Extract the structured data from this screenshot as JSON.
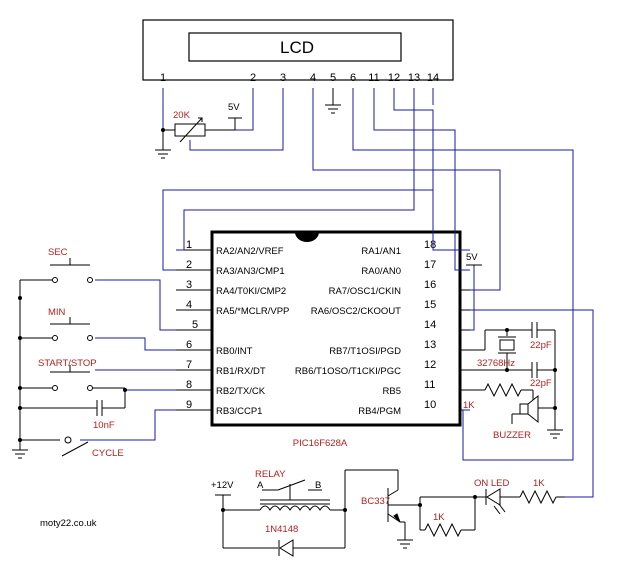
{
  "lcd": {
    "label": "LCD",
    "pins": [
      "1",
      "2",
      "3",
      "4",
      "5",
      "6",
      "11",
      "12",
      "13",
      "14"
    ]
  },
  "pic": {
    "name": "PIC16F628A",
    "left_pins": [
      {
        "num": "1",
        "label": "RA2/AN2/VREF"
      },
      {
        "num": "2",
        "label": "RA3/AN3/CMP1"
      },
      {
        "num": "3",
        "label": "RA4/T0KI/CMP2"
      },
      {
        "num": "4",
        "label": "RA5/*MCLR/VPP"
      },
      {
        "num": "5",
        "label": ""
      },
      {
        "num": "6",
        "label": "RB0/INT"
      },
      {
        "num": "7",
        "label": "RB1/RX/DT"
      },
      {
        "num": "8",
        "label": "RB2/TX/CK"
      },
      {
        "num": "9",
        "label": "RB3/CCP1"
      }
    ],
    "right_pins": [
      {
        "num": "18",
        "label": "RA1/AN1"
      },
      {
        "num": "17",
        "label": "RA0/AN0"
      },
      {
        "num": "16",
        "label": "RA7/OSC1/CKIN"
      },
      {
        "num": "15",
        "label": "RA6/OSC2/CKOOUT"
      },
      {
        "num": "14",
        "label": ""
      },
      {
        "num": "13",
        "label": "RB7/T1OSI/PGD"
      },
      {
        "num": "12",
        "label": "RB6/T1OSO/T1CKI/PGC"
      },
      {
        "num": "11",
        "label": "RB5"
      },
      {
        "num": "10",
        "label": "RB4/PGM"
      }
    ]
  },
  "components": {
    "pot": "20K",
    "v5_lcd": "5V",
    "v5_pic": "5V",
    "sec": "SEC",
    "min": "MIN",
    "startstop": "START/STOP",
    "cap_10nf": "10nF",
    "cycle": "CYCLE",
    "cap_22pf_top": "22pF",
    "cap_22pf_bot": "22pF",
    "crystal": "32768Hz",
    "r_1k_buzzer": "1K",
    "buzzer": "BUZZER",
    "v12": "+12V",
    "relay": "RELAY",
    "relay_a": "A",
    "relay_b": "B",
    "diode": "1N4148",
    "transistor": "BC337",
    "r_1k_base": "1K",
    "on_led": "ON LED",
    "r_1k_led": "1K",
    "credit": "moty22.co.uk"
  },
  "colors": {
    "wire": "#1a1aa8",
    "component": "#000000",
    "red_label": "#b22222"
  }
}
